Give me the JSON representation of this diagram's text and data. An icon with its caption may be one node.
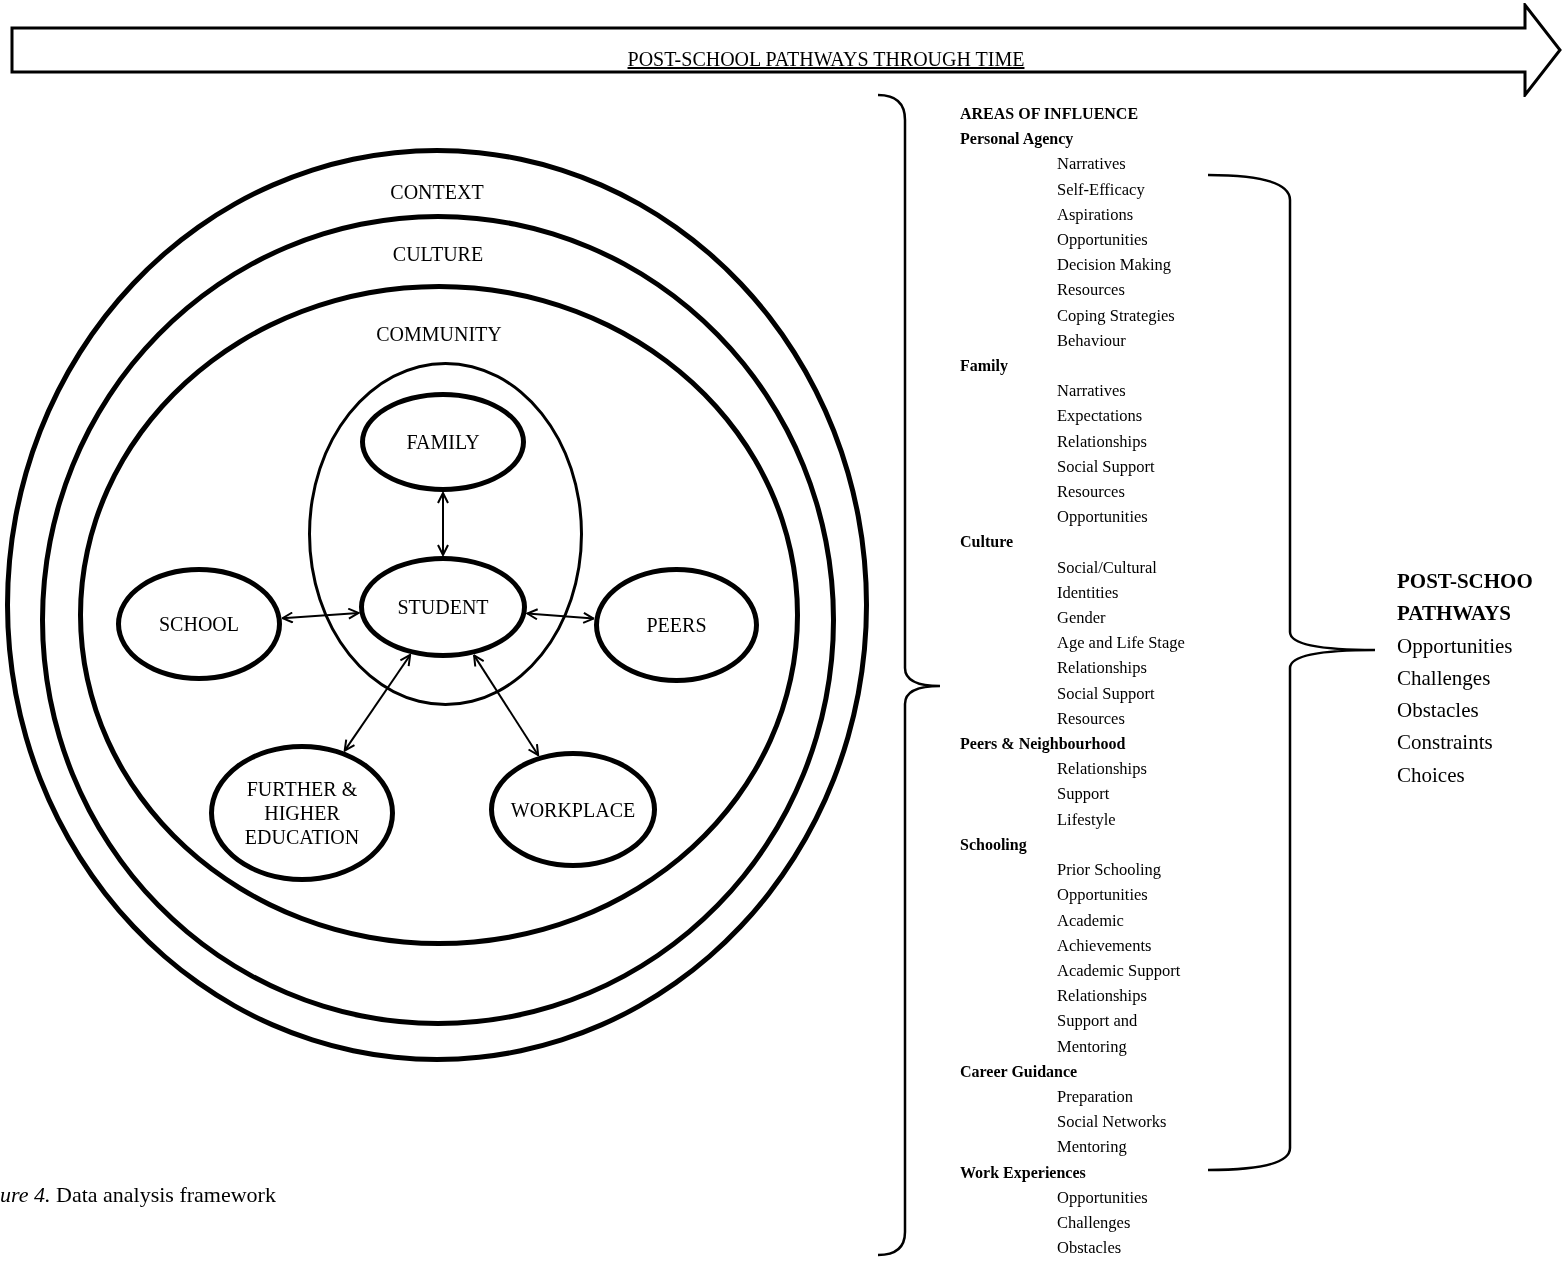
{
  "diagram": {
    "caption": "*ure 4.* Data analysis framework",
    "nodes": [
      {
        "text": [
          "CONTEXT"
        ]
      },
      {
        "text": [
          "CULTURE"
        ],
        "in": 0
      },
      {
        "text": [
          "COMMUNITY"
        ],
        "in": 1
      },
      {
        "text": [],
        "shape": "circle",
        "in": 2
      },
      {
        "text": [
          "FAMILY"
        ],
        "in": 3
      },
      {
        "text": [
          "SCHOOL"
        ],
        "in": 2
      },
      {
        "text": [
          "STUDENT"
        ],
        "in": 3
      },
      {
        "text": [
          "PEERS"
        ],
        "in": 2
      },
      {
        "text": [
          "FURTHER & HIGHER EDUCATION"
        ],
        "in": 2
      },
      {
        "text": [
          "WORKPLACE"
        ],
        "in": 2
      },
      {
        "text": [
          "POST-SCHOOL PATHWAYS THROUGH TIME"
        ]
      }
    ],
    "edges": [
      {
        "from": 4,
        "to": 6,
        "arrow": "both"
      },
      {
        "from": 5,
        "to": 6,
        "arrow": "both"
      },
      {
        "from": 6,
        "to": 7,
        "arrow": "both"
      },
      {
        "from": 6,
        "to": 8,
        "arrow": "both"
      },
      {
        "from": 6,
        "to": 9,
        "arrow": "both"
      }
    ],
    "labels": [
      "AREAS OF INFLUENCE",
      "Personal Agency",
      "Narratives",
      "Self-Efficacy",
      "Aspirations",
      "Opportunities",
      "Decision Making",
      "Resources",
      "Coping Strategies",
      "Behaviour",
      "Family",
      "Narratives",
      "Expectations",
      "Relationships",
      "Social Support",
      "Resources",
      "Opportunities",
      "Culture",
      "Social/Cultural",
      "Identities",
      "Gender",
      "Age and Life Stage",
      "Relationships",
      "Social Support",
      "Resources",
      "Peers & Neighbourhood",
      "Relationships",
      "Support",
      "Lifestyle",
      "Schooling",
      "Prior Schooling",
      "Opportunities",
      "Academic Achievements",
      "Academic Support",
      "Relationships",
      "Support and Mentoring",
      "Career Guidance",
      "Preparation",
      "Social Networks",
      "Mentoring",
      "Work Experiences",
      "Opportunities",
      "Challenges",
      "Obstacles",
      "POST-SCHOO",
      "PATHWAYS",
      "Opportunities",
      "Challenges",
      "Obstacles",
      "Constraints",
      "Choices"
    ]
  }
}
